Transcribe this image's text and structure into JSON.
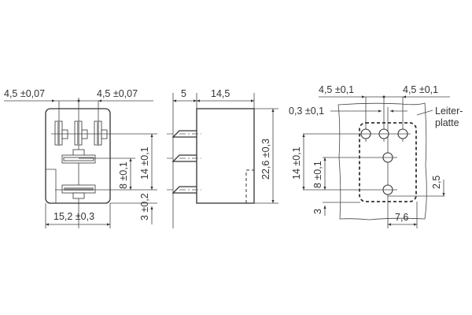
{
  "drawing": {
    "front_view": {
      "dim_top_left": "4,5 ±0,07",
      "dim_top_right": "4,5 ±0,07",
      "dim_height_14": "14 ±0,1",
      "dim_height_8": "8 ±0,1",
      "dim_offset_3": "3 ±0,2",
      "dim_width": "15,2 ±0,3"
    },
    "side_view": {
      "dim_pin_length": "5",
      "dim_depth": "14,5",
      "dim_height": "22,6 ±0,3"
    },
    "pcb_layout": {
      "dim_top_left": "4,5 ±0,1",
      "dim_top_right": "4,5 ±0,1",
      "dim_offset": "0,3 ±0,1",
      "label_line1": "Leiter-",
      "label_line2": "platte",
      "dim_height_14": "14 ±0,1",
      "dim_height_8": "8 ±0,1",
      "dim_3": "3",
      "dim_2_5": "2,5",
      "dim_7_6": "7,6"
    },
    "colors": {
      "line": "#333333",
      "background": "#ffffff",
      "pin_fill": "#999999"
    }
  }
}
